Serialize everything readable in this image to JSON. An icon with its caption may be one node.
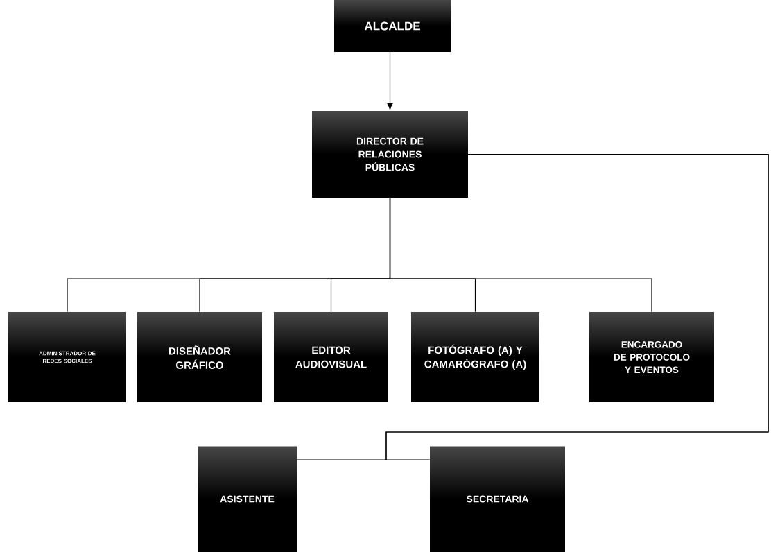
{
  "diagram": {
    "nodes": [
      {
        "text": [
          "ALCALDE"
        ]
      },
      {
        "text": [
          "DIRECTOR DE RELACIONES PÚBLICAS"
        ]
      },
      {
        "text": [
          "ADMINISTRADOR DE REDES SOCIALES"
        ]
      },
      {
        "text": [
          "DISEÑADOR GRÁFICO"
        ]
      },
      {
        "text": [
          "EDITOR AUDIOVISUAL"
        ]
      },
      {
        "text": [
          "FOTÓGRAFO (A) Y CAMARÓGRAFO (A)"
        ]
      },
      {
        "text": [
          "ENCARGADO DE PROTOCOLO Y EVENTOS"
        ]
      },
      {
        "text": [
          "ASISTENTE"
        ]
      },
      {
        "text": [
          "SECRETARIA"
        ]
      }
    ],
    "edges": [
      {
        "from": 0,
        "to": 1,
        "arrow": "to"
      },
      {
        "from": 1,
        "to": 2,
        "arrow": "none"
      },
      {
        "from": 1,
        "to": 3,
        "arrow": "none"
      },
      {
        "from": 1,
        "to": 4,
        "arrow": "none"
      },
      {
        "from": 1,
        "to": 5,
        "arrow": "none"
      },
      {
        "from": 1,
        "to": 6,
        "arrow": "none"
      },
      {
        "from": 1,
        "to": 7,
        "arrow": "none"
      },
      {
        "from": 1,
        "to": 8,
        "arrow": "none"
      }
    ]
  }
}
